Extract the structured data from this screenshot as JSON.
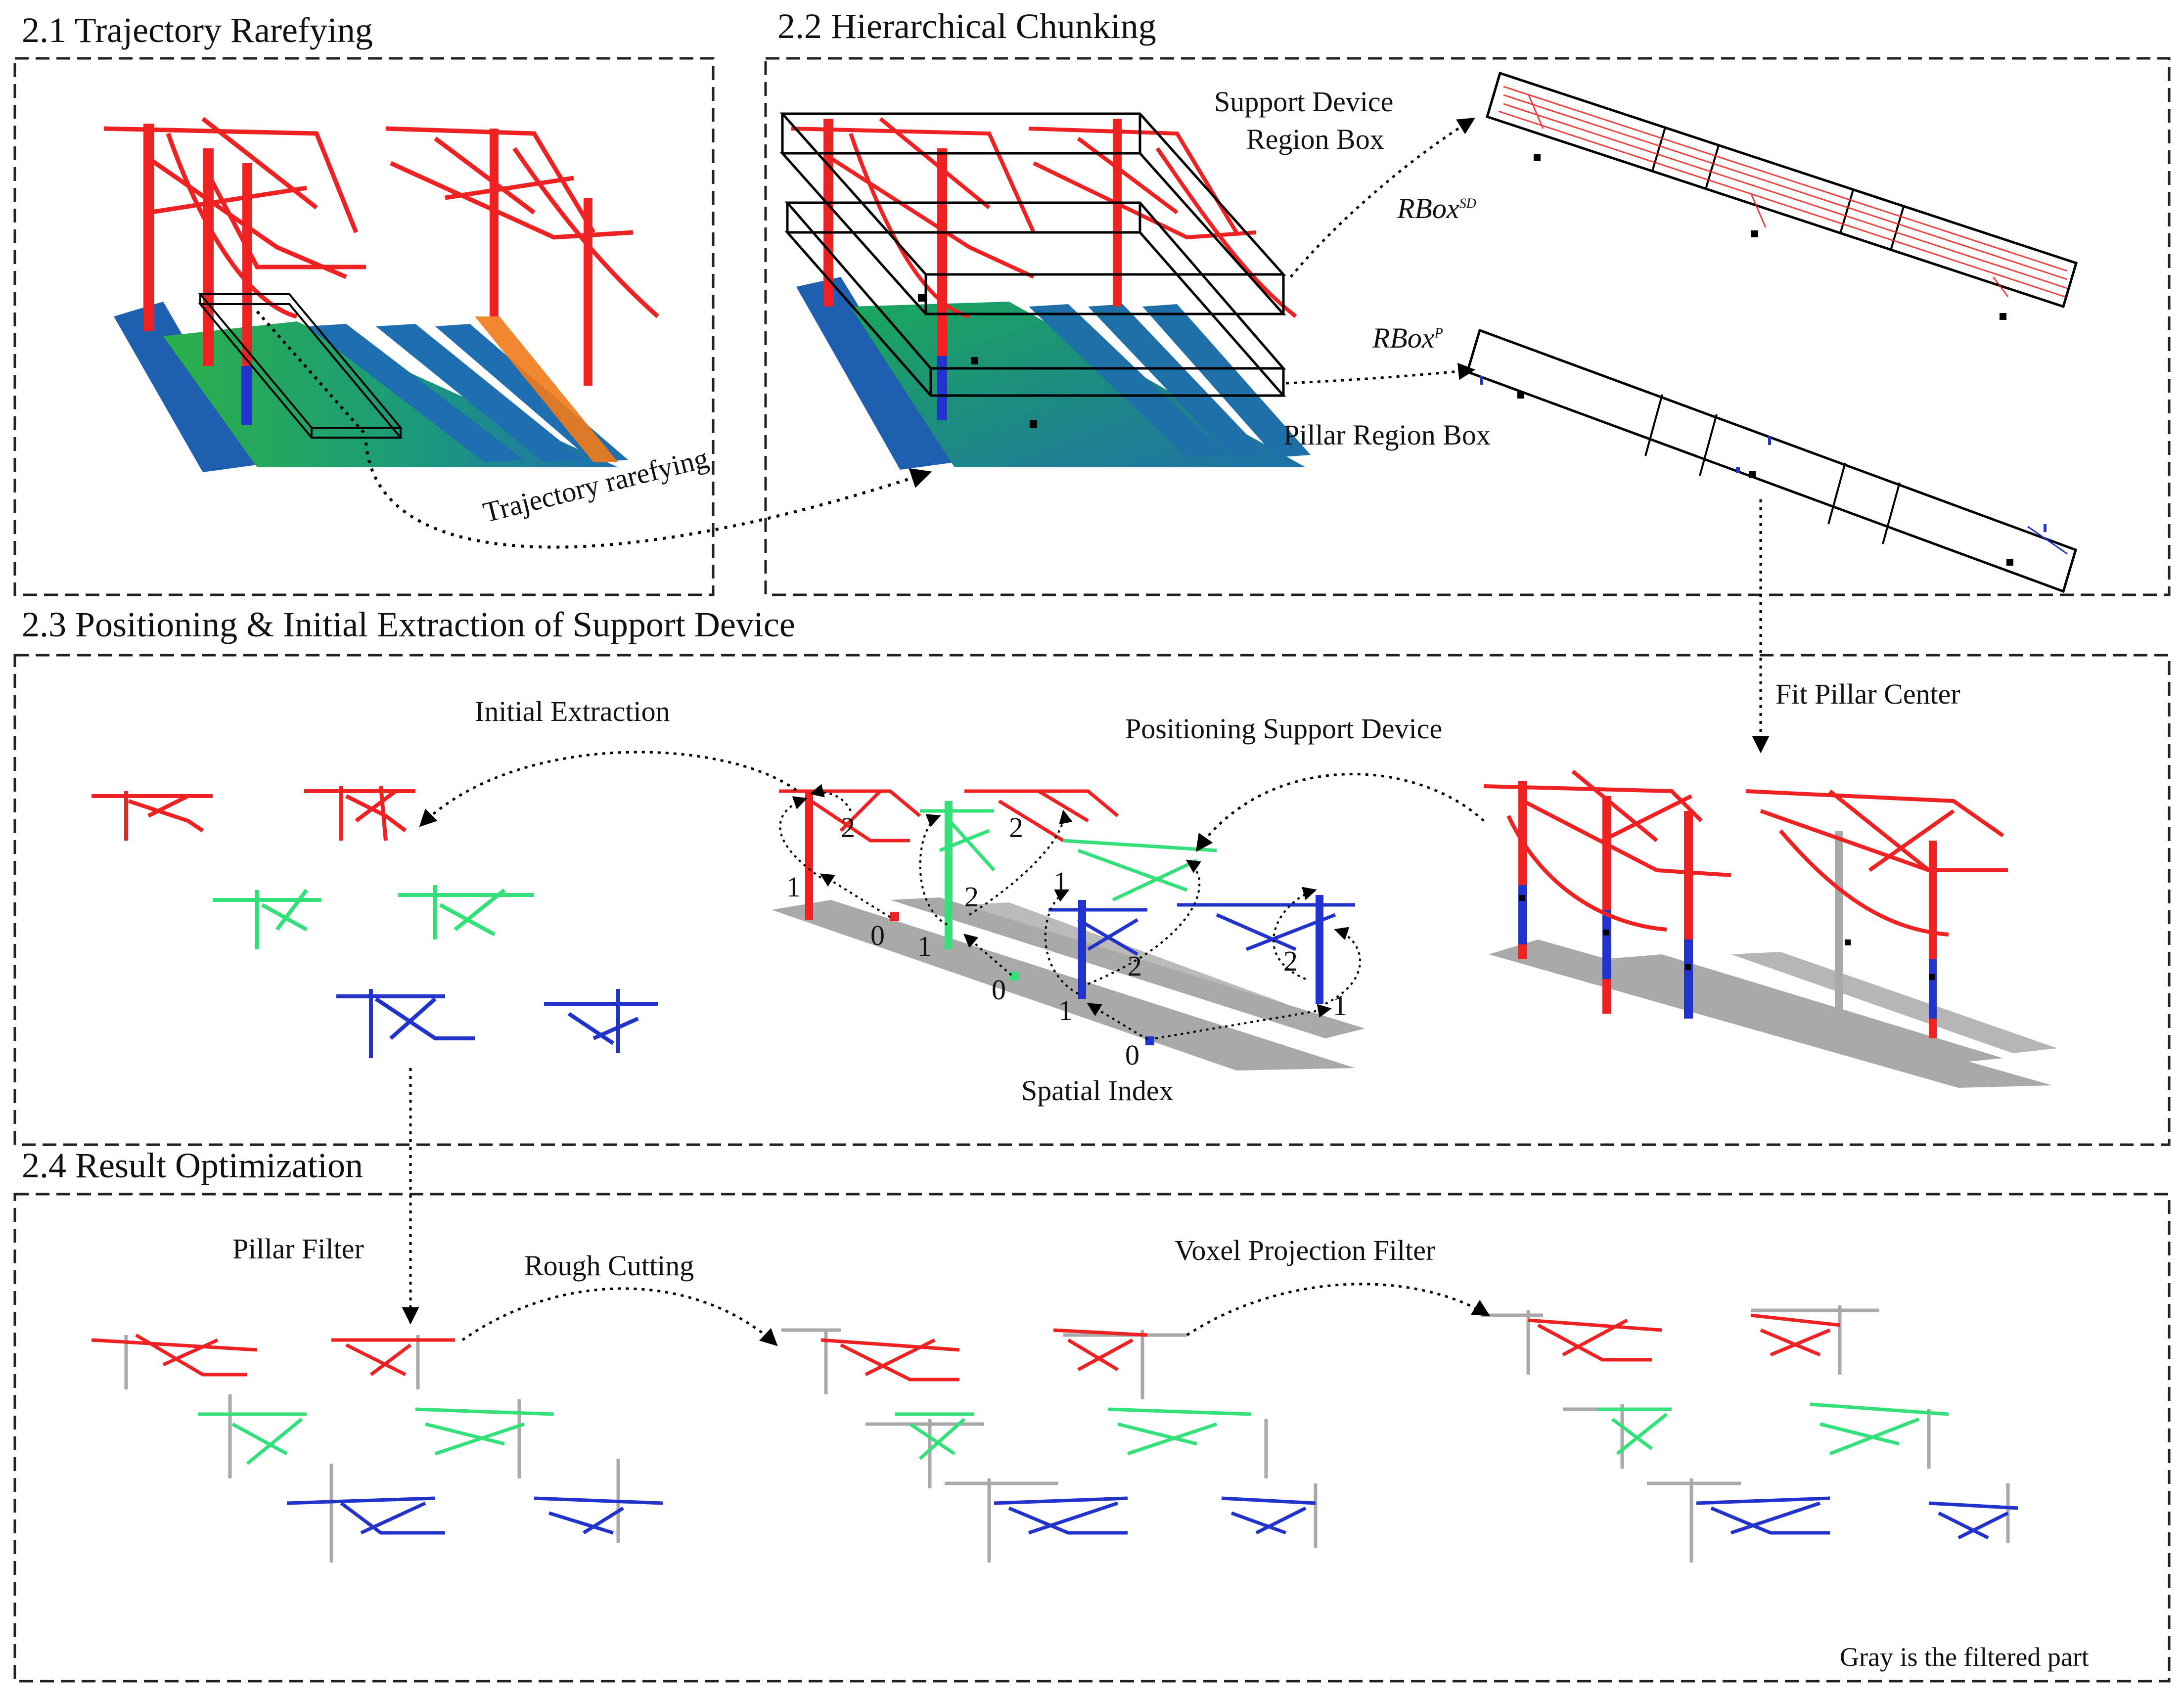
{
  "sections": {
    "s21": "2.1 Trajectory Rarefying",
    "s22": "2.2 Hierarchical Chunking",
    "s23": "2.3 Positioning & Initial Extraction of Support Device",
    "s24": "2.4 Result Optimization"
  },
  "labels": {
    "trajectory_rarefying": "Trajectory rarefying",
    "support_device_region_box": "Support Device",
    "support_device_region_box_2": "Region Box",
    "rbox_sd": "RBox",
    "rbox_sd_sup": "SD",
    "rbox_p": "RBox",
    "rbox_p_sup": "P",
    "pillar_region_box": "Pillar Region Box",
    "fit_pillar_center": "Fit Pillar Center",
    "initial_extraction": "Initial Extraction",
    "positioning_support_device": "Positioning Support Device",
    "spatial_index": "Spatial Index",
    "pillar_filter": "Pillar Filter",
    "rough_cutting": "Rough Cutting",
    "voxel_projection_filter": "Voxel Projection Filter",
    "gray_note": "Gray is the filtered part"
  },
  "index_numbers": [
    "0",
    "1",
    "2",
    "0",
    "1",
    "2",
    "0",
    "1",
    "2",
    "1",
    "1",
    "2",
    "2"
  ],
  "colors": {
    "red": "#ee2222",
    "green": "#33e07a",
    "blue": "#2233cc",
    "gray": "#a9a9a9",
    "ground_teal": "#1a8a8a",
    "ground_green": "#2bb04a",
    "ground_blue": "#1f5fb0",
    "orange": "#ef7a1a"
  }
}
